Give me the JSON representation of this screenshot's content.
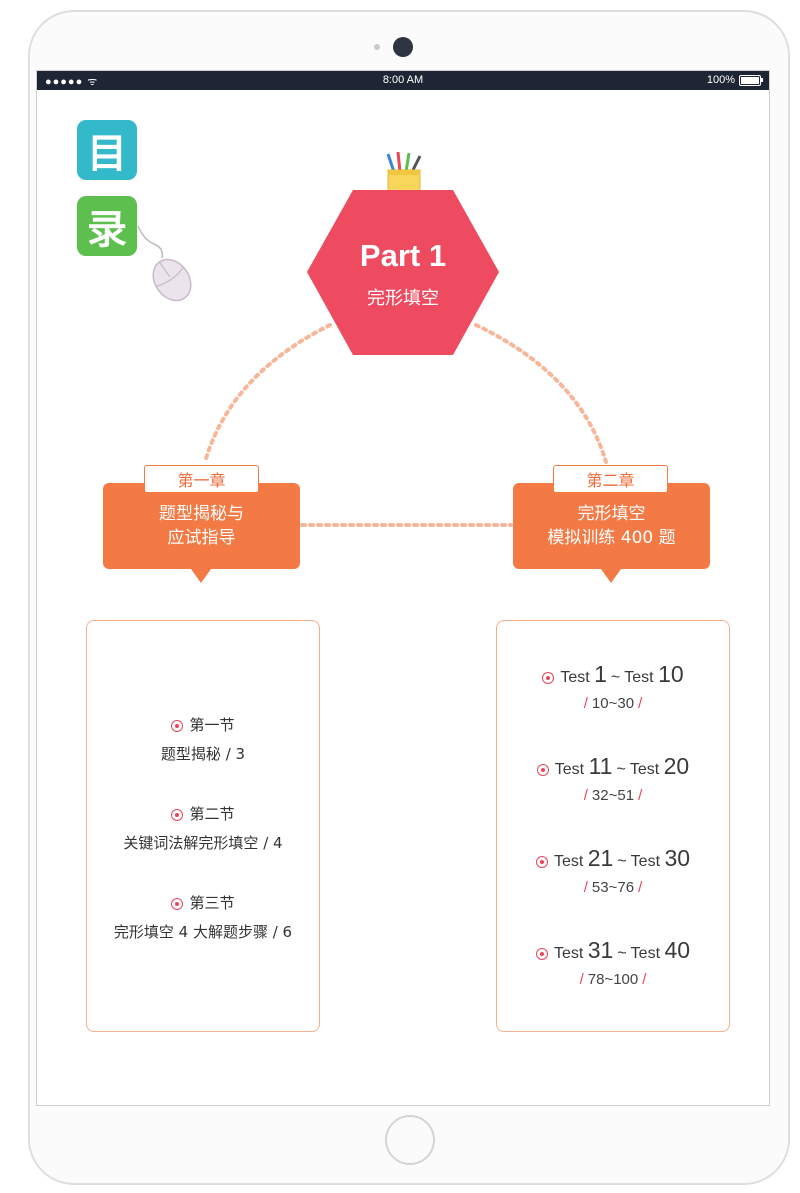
{
  "status_bar": {
    "signal": "●●●●● ᯤ",
    "time": "8:00 AM",
    "battery": "100%"
  },
  "toc_title": {
    "char1": "目",
    "char2": "录"
  },
  "part": {
    "title": "Part 1",
    "subtitle": "完形填空"
  },
  "chapters": [
    {
      "tag": "第一章",
      "line1": "题型揭秘与",
      "line2": "应试指导"
    },
    {
      "tag": "第二章",
      "line1": "完形填空",
      "line2": "模拟训练 400 题"
    }
  ],
  "sections": [
    {
      "heading": "第一节",
      "text": "题型揭秘 / 3"
    },
    {
      "heading": "第二节",
      "text": "关键词法解完形填空 / 4"
    },
    {
      "heading": "第三节",
      "text": "完形填空 4 大解题步骤 / 6"
    }
  ],
  "tests": [
    {
      "word": "Test",
      "from": "1",
      "to": "10",
      "pages": "10~30"
    },
    {
      "word": "Test",
      "from": "11",
      "to": "20",
      "pages": "32~51"
    },
    {
      "word": "Test",
      "from": "21",
      "to": "30",
      "pages": "53~76"
    },
    {
      "word": "Test",
      "from": "31",
      "to": "40",
      "pages": "78~100"
    }
  ],
  "colors": {
    "hexagon": "#ee4a60",
    "chapter_orange": "#f47a45",
    "panel_border": "#f4b08a",
    "dotted_line": "#f6b69a",
    "tile_cyan": "#33b9c9",
    "tile_green": "#5dbf4e",
    "status_bar": "#1e2636"
  },
  "icons": [
    "pencil-cup-icon",
    "mouse-icon",
    "bullet-dot-icon",
    "wifi-icon",
    "battery-icon"
  ]
}
